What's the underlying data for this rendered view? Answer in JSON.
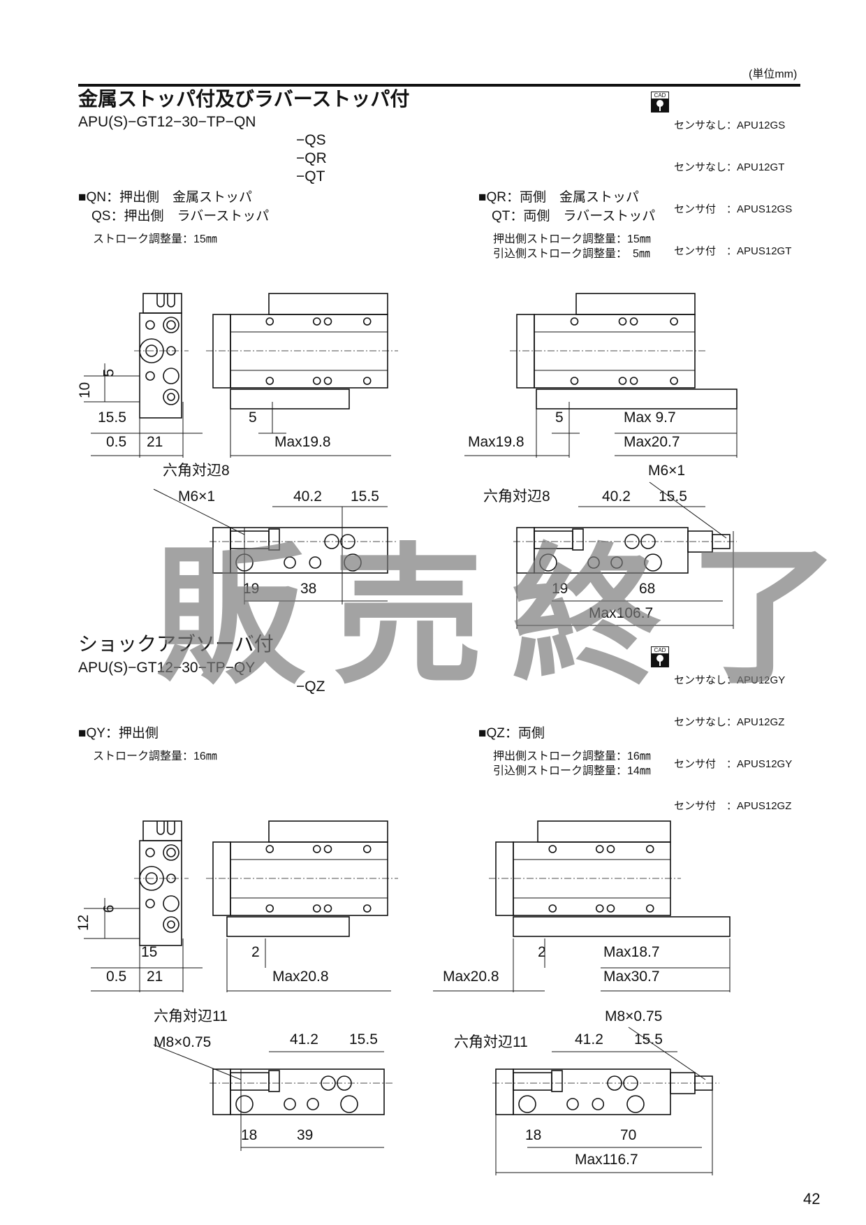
{
  "unit": "(単位mm)",
  "page_number": "42",
  "watermark": "販売終了",
  "section1": {
    "title": "金属ストッパ付及びラバーストッパ付",
    "model": "APU(S)−GT12−30−TP−QN",
    "variants": [
      "−QS",
      "−QR",
      "−QT"
    ],
    "cad_icon": "CAD",
    "cad_list": [
      "センサなし：APU12GS",
      "センサなし：APU12GT",
      "センサ付　：APUS12GS",
      "センサ付　：APUS12GT"
    ],
    "left": {
      "lines": [
        "■QN：押出側　金属ストッパ",
        "　QS：押出側　ラバーストッパ"
      ],
      "stroke": "ストローク調整量：15㎜"
    },
    "right": {
      "lines": [
        "■QR：両側　金属ストッパ",
        "　QT：両側　ラバーストッパ"
      ],
      "stroke": [
        "押出側ストローク調整量：15㎜",
        "引込側ストローク調整量：　5㎜"
      ]
    },
    "dims_left": {
      "d5": "5",
      "d10": "10",
      "d15_5": "15.5",
      "d0_5": "0.5",
      "d21": "21",
      "stroke5": "5",
      "max": "Max19.8"
    },
    "dims_right": {
      "stroke5": "5",
      "max_left": "Max19.8",
      "max9_7": "Max 9.7",
      "max20_7": "Max20.7"
    },
    "bottom_left": {
      "hex": "六角対辺8",
      "thread": "M6×1",
      "d40_2": "40.2",
      "d15_5": "15.5",
      "d19": "19",
      "d38": "38"
    },
    "bottom_right": {
      "hex": "六角対辺8",
      "thread": "M6×1",
      "d40_2": "40.2",
      "d15_5": "15.5",
      "d19": "19",
      "d68": "68",
      "max": "Max106.7"
    }
  },
  "section2": {
    "title": "ショックアブソーバ付",
    "model": "APU(S)−GT12−30−TP−QY",
    "variants": [
      "−QZ"
    ],
    "cad_icon": "CAD",
    "cad_list": [
      "センサなし：APU12GY",
      "センサなし：APU12GZ",
      "センサ付　：APUS12GY",
      "センサ付　：APUS12GZ"
    ],
    "left": {
      "lines": [
        "■QY：押出側"
      ],
      "stroke": "ストローク調整量：16㎜"
    },
    "right": {
      "lines": [
        "■QZ：両側"
      ],
      "stroke": [
        "押出側ストローク調整量：16㎜",
        "引込側ストローク調整量：14㎜"
      ]
    },
    "dims_left": {
      "d6": "6",
      "d12": "12",
      "d15": "15",
      "d0_5": "0.5",
      "d21": "21",
      "stroke2": "2",
      "max": "Max20.8"
    },
    "dims_right": {
      "stroke2": "2",
      "max_left": "Max20.8",
      "max18_7": "Max18.7",
      "max30_7": "Max30.7"
    },
    "bottom_left": {
      "hex": "六角対辺11",
      "thread": "M8×0.75",
      "d41_2": "41.2",
      "d15_5": "15.5",
      "d18": "18",
      "d39": "39"
    },
    "bottom_right": {
      "hex": "六角対辺11",
      "thread": "M8×0.75",
      "d41_2": "41.2",
      "d15_5": "15.5",
      "d18": "18",
      "d70": "70",
      "max": "Max116.7"
    }
  }
}
